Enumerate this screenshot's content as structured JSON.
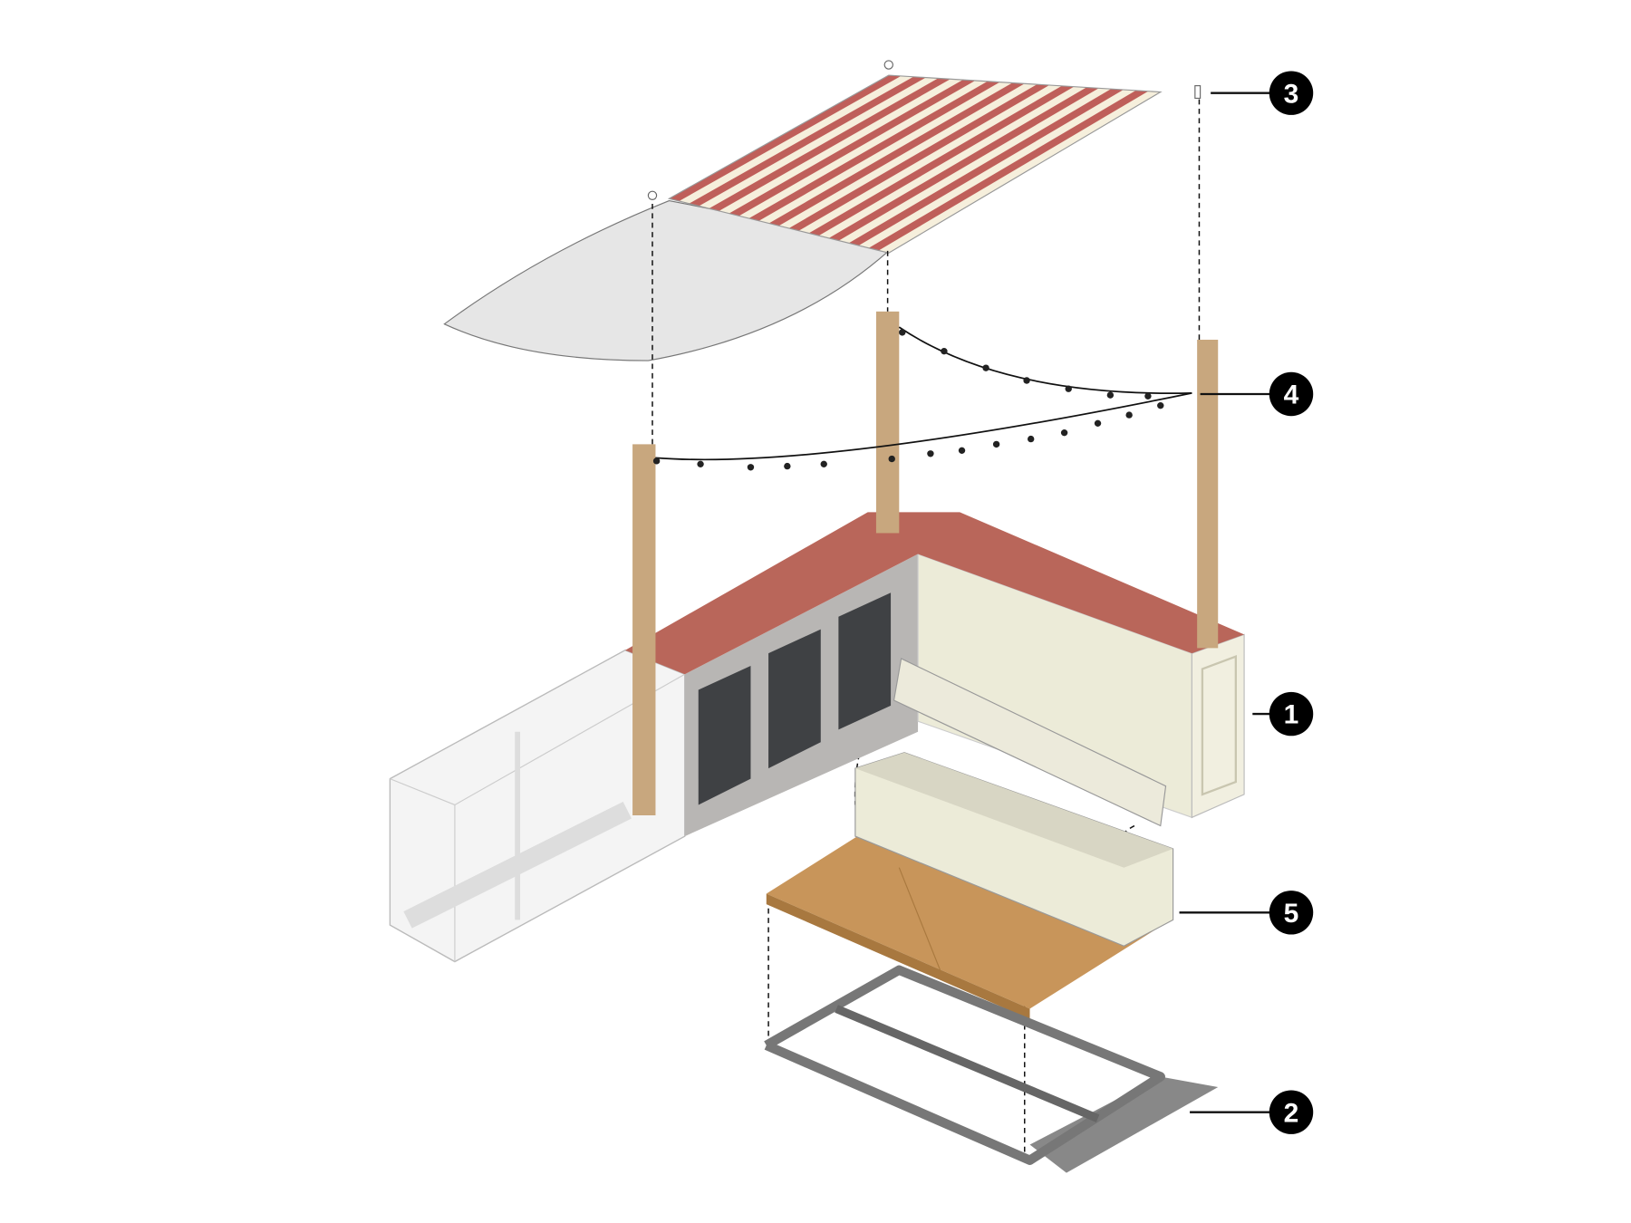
{
  "diagram": {
    "type": "exploded axonometric assembly",
    "callouts": [
      {
        "number": "3",
        "part": "canopy"
      },
      {
        "number": "4",
        "part": "string-lights"
      },
      {
        "number": "1",
        "part": "counter-module"
      },
      {
        "number": "5",
        "part": "deck-and-bench"
      },
      {
        "number": "2",
        "part": "base-frame"
      }
    ],
    "colors": {
      "counter_top": "#b9665a",
      "stripe_red": "#bf5f5a",
      "stripe_cream": "#f6efdc",
      "post": "#c8a77e",
      "cabinet": "#ecebd8",
      "bins": "#3f4144",
      "deck": "#c8955a",
      "frame": "#7c7c7c",
      "callout": "#000000"
    }
  }
}
